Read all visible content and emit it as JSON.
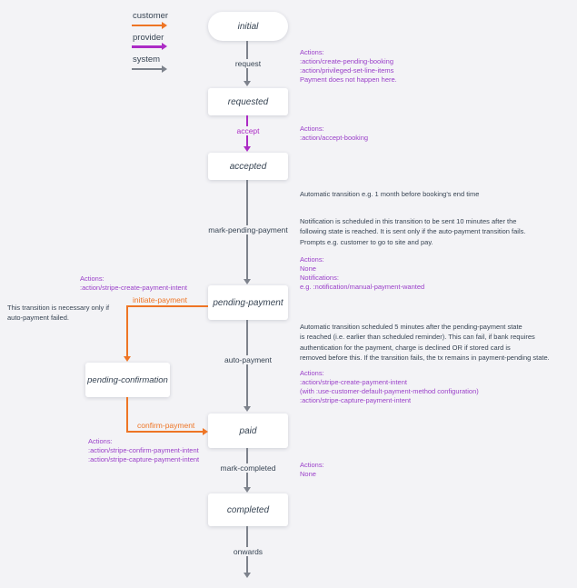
{
  "colors": {
    "background": "#f3f3f6",
    "customer": "#ee7525",
    "provider": "#ac2bc5",
    "system": "#7d828c",
    "actions_text": "#9a3fc9",
    "dark_text": "#374453",
    "state_bg": "#ffffff"
  },
  "legend": {
    "customer": "customer",
    "provider": "provider",
    "system": "system"
  },
  "states": {
    "initial": "initial",
    "requested": "requested",
    "accepted": "accepted",
    "pending_payment": "pending-payment",
    "pending_confirmation": "pending-confirmation",
    "paid": "paid",
    "completed": "completed"
  },
  "transitions": {
    "request": "request",
    "accept": "accept",
    "mark_pending_payment": "mark-pending-payment",
    "auto_payment": "auto-payment",
    "initiate_payment": "initiate-payment",
    "confirm_payment": "confirm-payment",
    "mark_completed": "mark-completed",
    "onwards": "onwards"
  },
  "notes": {
    "request_actions": "Actions:\n:action/create-pending-booking\n:action/privileged-set-line-items\nPayment does not happen here.",
    "accept_actions": "Actions:\n:action/accept-booking",
    "mark_pending_note1": "Automatic transition e.g. 1 month before booking's end time",
    "mark_pending_note2": "Notification is scheduled in this transition to be sent  10 minutes after the\nfollowing state is reached. It is sent only if the auto-payment transition fails.\nPrompts e.g. customer to go to site and pay.",
    "mark_pending_actions": "Actions:\nNone\nNotifications:\ne.g. :notification/manual-payment-wanted",
    "auto_payment_note": "Automatic transition scheduled 5 minutes after the pending-payment state\nis reached (i.e. earlier than scheduled reminder). This can fail, if bank requires\nauthentication for the payment, charge is declined OR if stored card is\nremoved before this. If the transition fails, the tx remains in payment-pending state.",
    "auto_payment_actions": "Actions:\n:action/stripe-create-payment-intent\n(with :use-customer-default-payment-method configuration)\n:action/stripe-capture-payment-intent",
    "initiate_payment_actions": "Actions:\n:action/stripe-create-payment-intent",
    "initiate_payment_note": "This transition is necessary only if\nauto-payment failed.",
    "confirm_payment_actions": "Actions:\n:action/stripe-confirm-payment-intent\n:action/stripe-capture-payment-intent",
    "mark_completed_actions": "Actions:\nNone"
  }
}
